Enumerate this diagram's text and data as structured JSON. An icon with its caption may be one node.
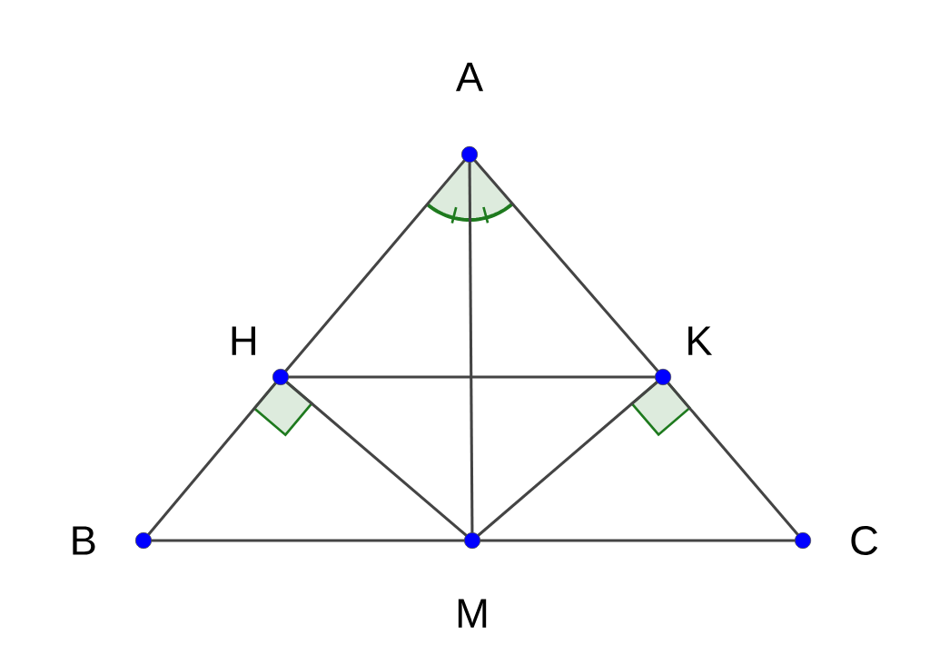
{
  "diagram": {
    "nodes": [
      {
        "text": [
          "A"
        ]
      },
      {
        "text": [
          "H"
        ]
      },
      {
        "text": [
          "K"
        ]
      },
      {
        "text": [
          "B"
        ]
      },
      {
        "text": [
          "M"
        ]
      },
      {
        "text": [
          "C"
        ]
      }
    ],
    "edges": [
      {
        "from": 0,
        "to": 1,
        "arrow": "none"
      },
      {
        "from": 1,
        "to": 3,
        "arrow": "none"
      },
      {
        "from": 0,
        "to": 2,
        "arrow": "none"
      },
      {
        "from": 2,
        "to": 5,
        "arrow": "none"
      },
      {
        "from": 3,
        "to": 4,
        "arrow": "none"
      },
      {
        "from": 4,
        "to": 5,
        "arrow": "none"
      },
      {
        "from": 0,
        "to": 4,
        "arrow": "none"
      },
      {
        "from": 1,
        "to": 2,
        "arrow": "none"
      },
      {
        "from": 1,
        "to": 4,
        "arrow": "none"
      },
      {
        "from": 2,
        "to": 4,
        "arrow": "none"
      }
    ]
  }
}
